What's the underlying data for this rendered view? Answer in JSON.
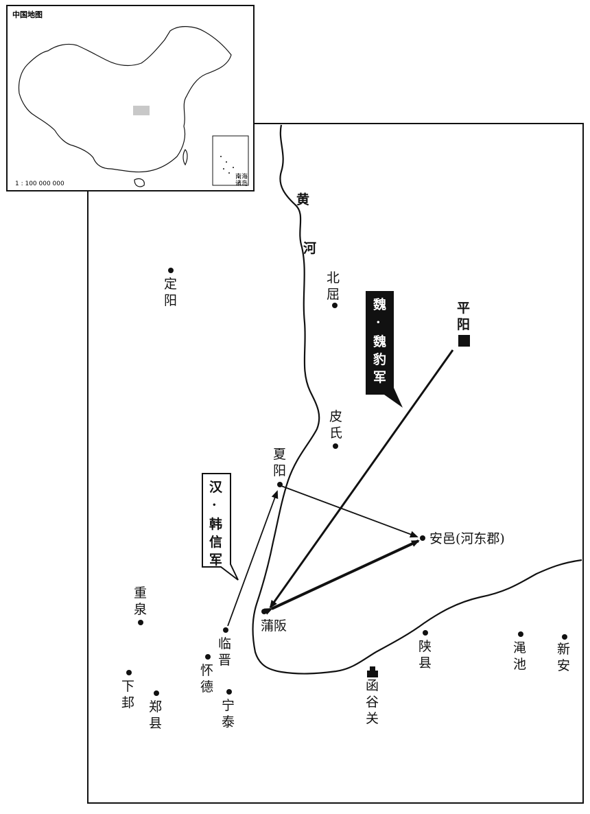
{
  "inset": {
    "title": "中国地图",
    "scale": "1 : 100 000 000",
    "scs_label_1": "南海",
    "scs_label_2": "诸岛"
  },
  "river": {
    "char_1": "黄",
    "char_2": "河"
  },
  "places": {
    "dingyang": [
      "定",
      "阳"
    ],
    "beiqu": [
      "北",
      "屈"
    ],
    "pingyang": [
      "平",
      "阳"
    ],
    "pishi": [
      "皮",
      "氏"
    ],
    "xiayang": [
      "夏",
      "阳"
    ],
    "anyi": "安邑(河东郡)",
    "puban": "蒲阪",
    "zhongquan": [
      "重",
      "泉"
    ],
    "linjin": [
      "临",
      "晋"
    ],
    "huaide": [
      "怀",
      "德"
    ],
    "xiagui": [
      "下",
      "邽"
    ],
    "zhengxian": [
      "郑",
      "县"
    ],
    "ningtai": [
      "宁",
      "泰"
    ],
    "hanguguan": [
      "函",
      "谷",
      "关"
    ],
    "shanxian": [
      "陕",
      "县"
    ],
    "mianchi": [
      "渑",
      "池"
    ],
    "xinan": [
      "新",
      "安"
    ]
  },
  "armies": {
    "wei": [
      "魏",
      "·",
      "魏",
      "豹",
      "军"
    ],
    "han": [
      "汉",
      "·",
      "韩",
      "信",
      "军"
    ]
  }
}
